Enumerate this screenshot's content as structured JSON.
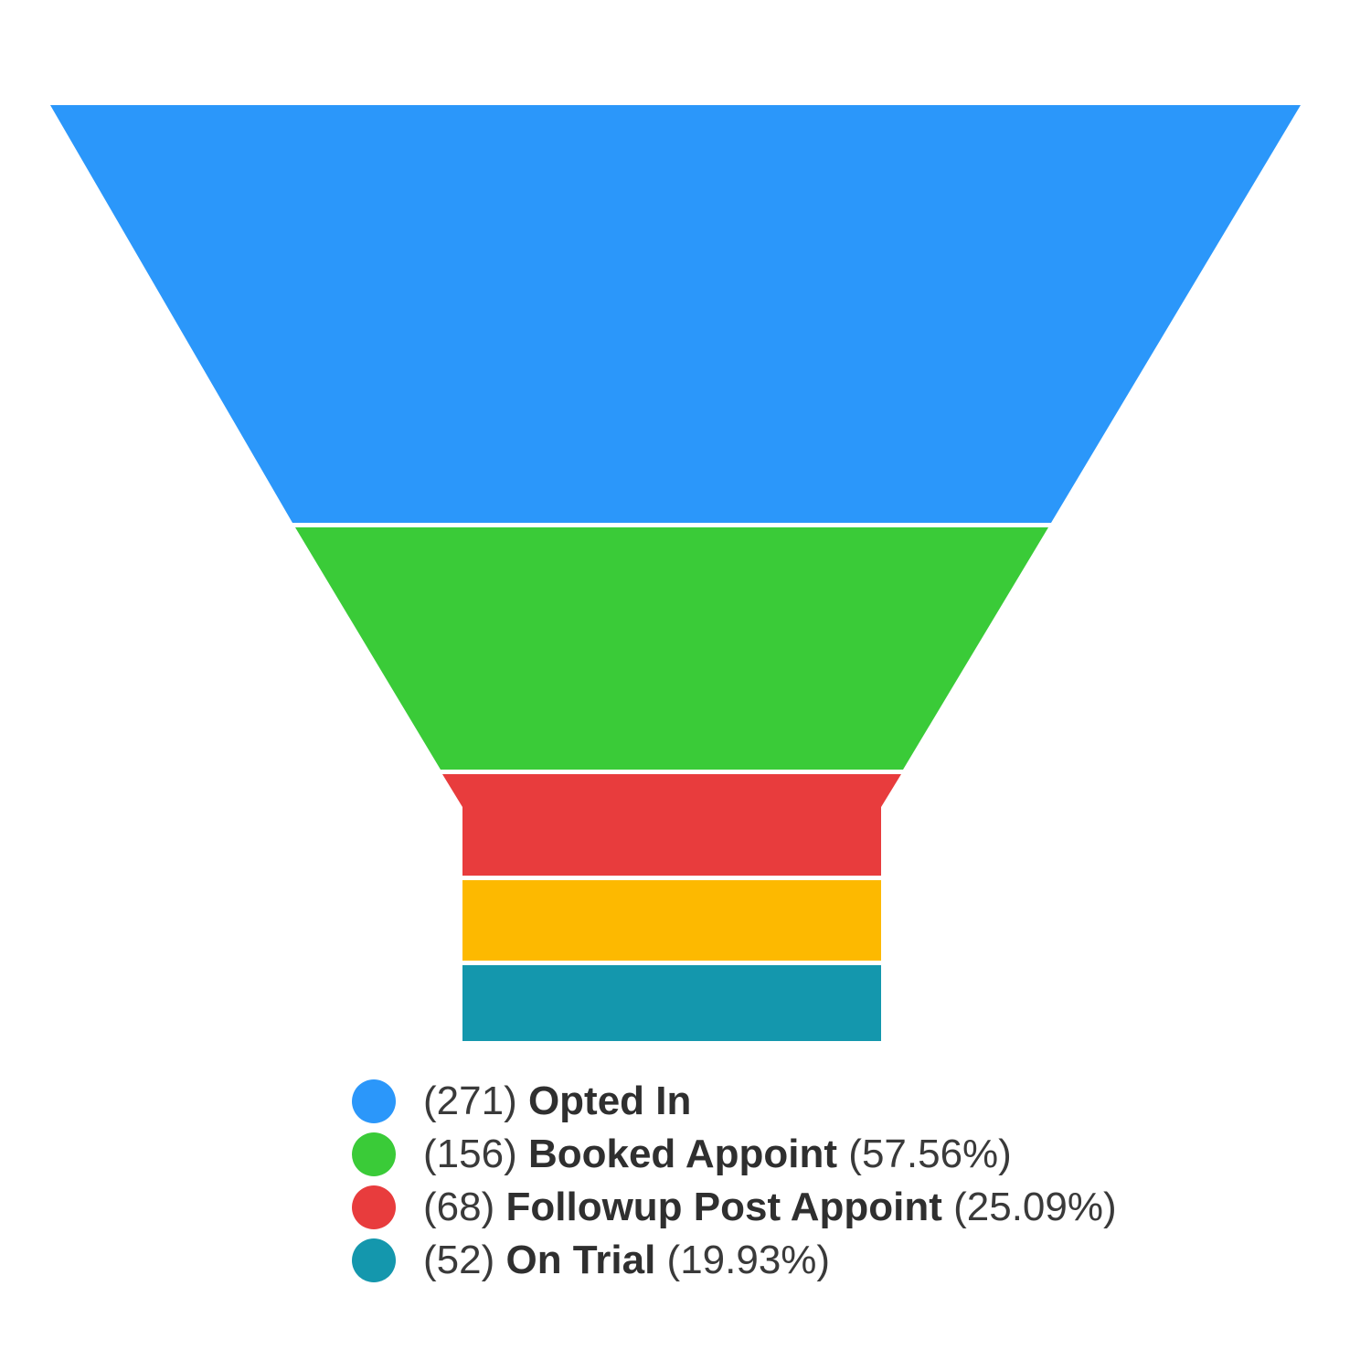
{
  "chart_data": {
    "type": "funnel",
    "stages": [
      {
        "count": "(271)",
        "label": "Opted In",
        "value": 271,
        "percent": "",
        "color": "#2b97fa"
      },
      {
        "count": "(156)",
        "label": "Booked Appoint",
        "value": 156,
        "percent": "(57.56%)",
        "color": "#3acb38"
      },
      {
        "count": "(68)",
        "label": "Followup Post Appoint",
        "value": 68,
        "percent": "(25.09%)",
        "color": "#e83c3d"
      },
      {
        "count": "(52)",
        "label": "On Trial",
        "value": 52,
        "percent": "(19.93%)",
        "color": "#1497ad"
      }
    ],
    "extra_segment_color": "#fdb900",
    "legend_position": "bottom"
  }
}
